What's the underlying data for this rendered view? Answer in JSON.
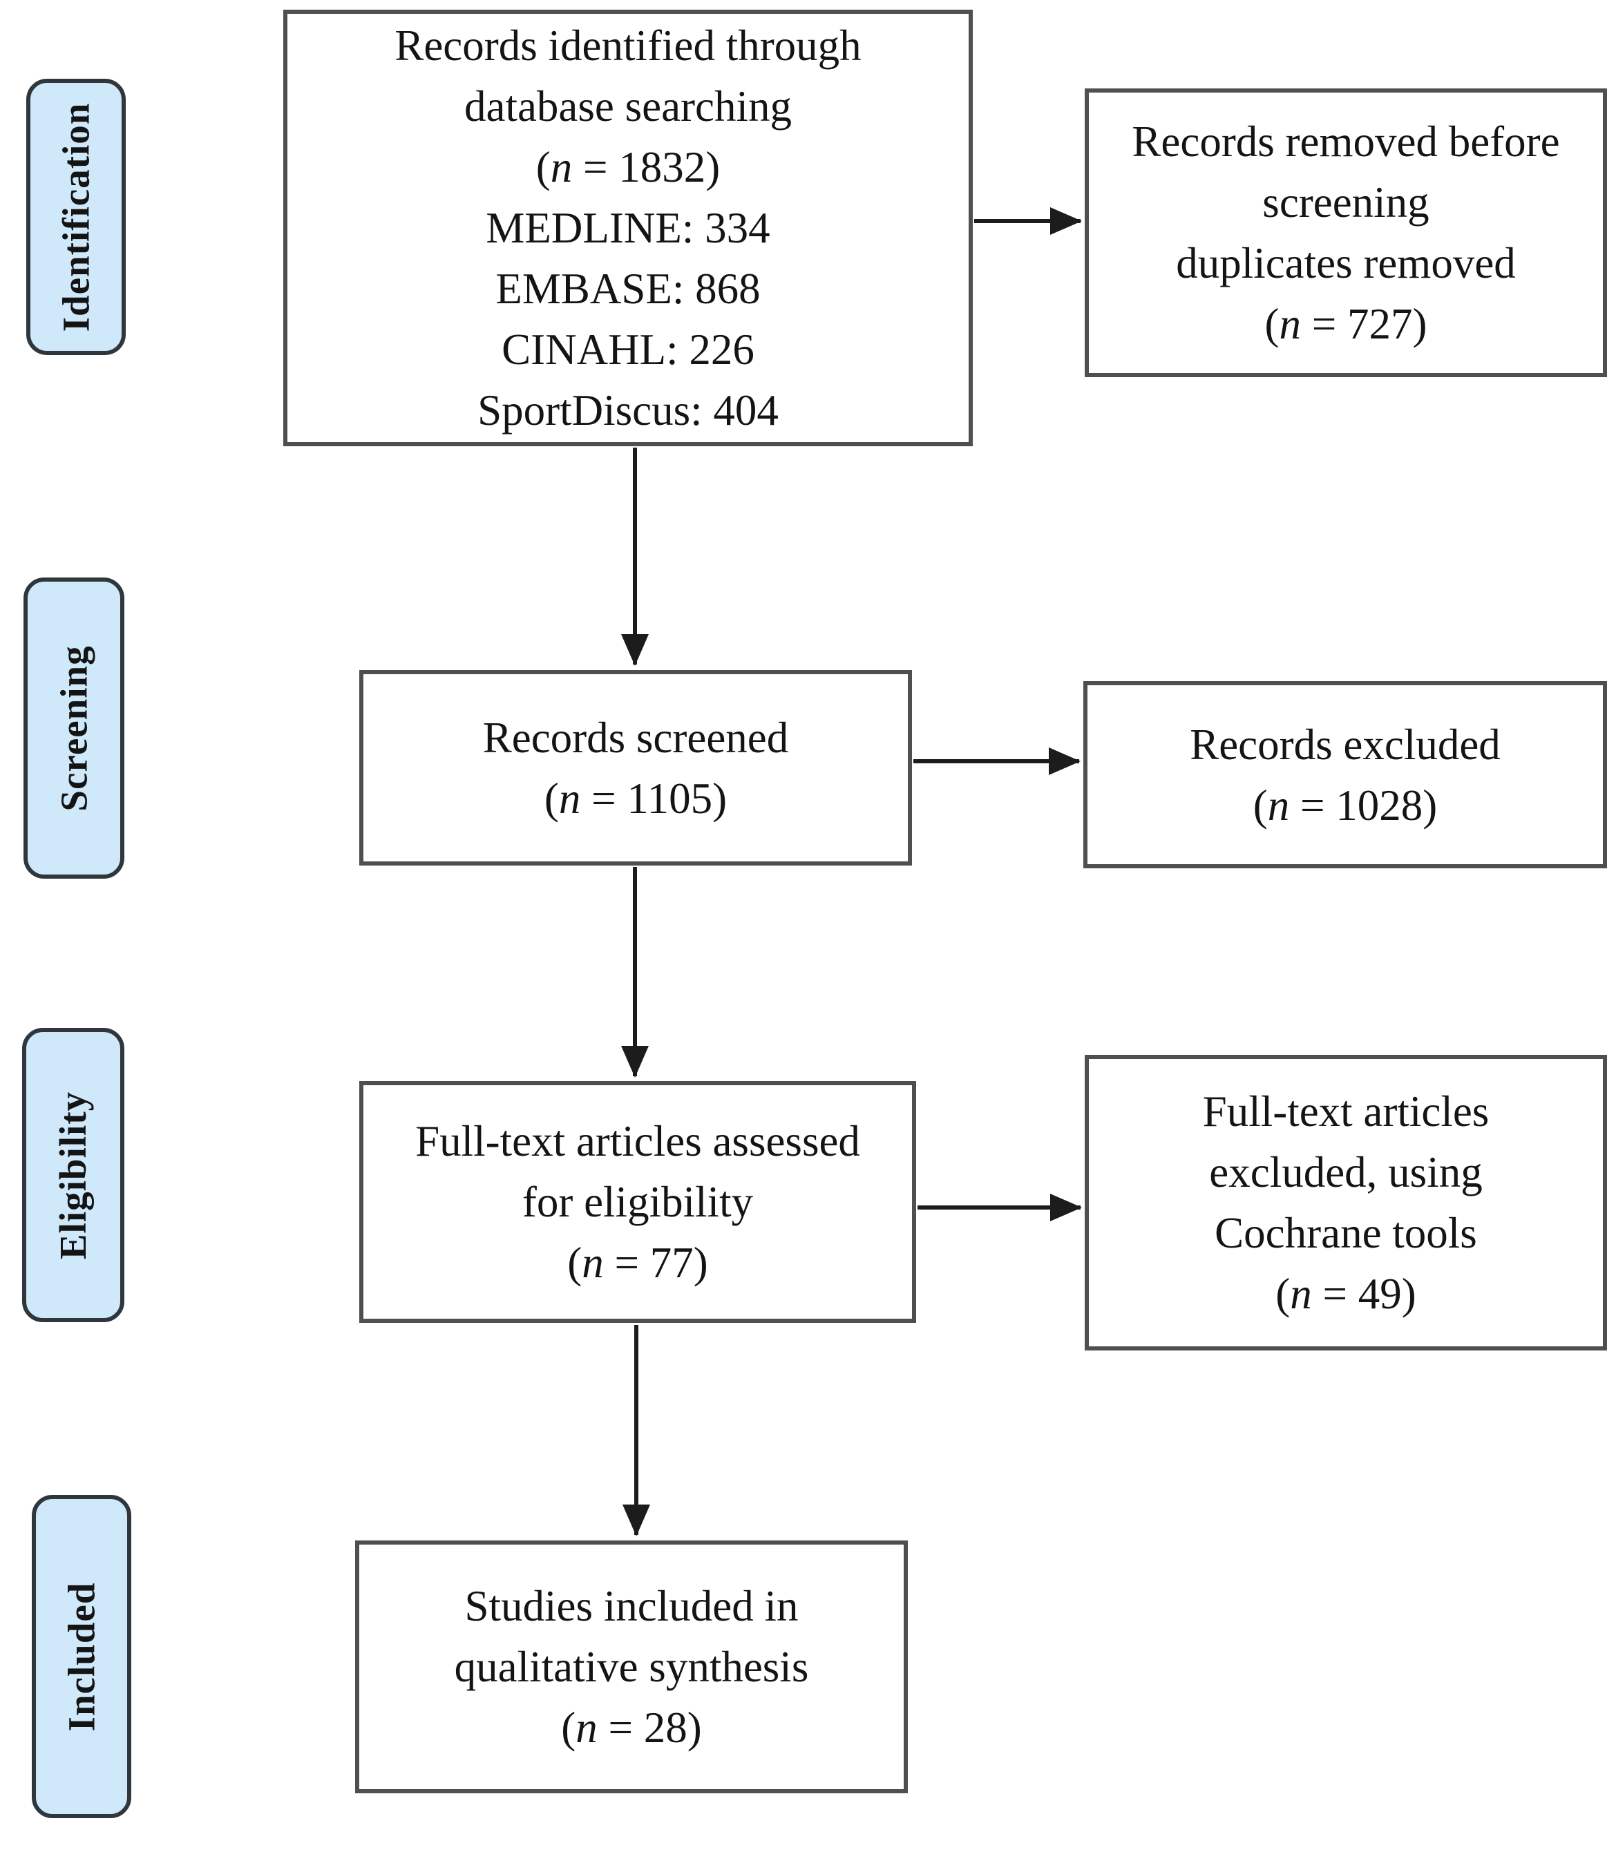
{
  "diagram": {
    "stages": [
      {
        "id": "identification",
        "label": "Identification"
      },
      {
        "id": "screening",
        "label": "Screening"
      },
      {
        "id": "eligibility",
        "label": "Eligibility"
      },
      {
        "id": "included",
        "label": "Included"
      }
    ],
    "boxes": [
      {
        "id": "records-identified",
        "stage": "identification",
        "lines": [
          "Records identified through",
          "database searching",
          "(n = 1832)",
          "MEDLINE: 334",
          "EMBASE: 868",
          "CINAHL: 226",
          "SportDiscus: 404"
        ]
      },
      {
        "id": "records-removed",
        "stage": "identification",
        "lines": [
          "Records removed before",
          "screening",
          "duplicates removed",
          "(n = 727)"
        ]
      },
      {
        "id": "records-screened",
        "stage": "screening",
        "lines": [
          "Records screened",
          "(n = 1105)"
        ]
      },
      {
        "id": "records-excluded",
        "stage": "screening",
        "lines": [
          "Records excluded",
          "(n = 1028)"
        ]
      },
      {
        "id": "fulltext-assessed",
        "stage": "eligibility",
        "lines": [
          "Full-text articles assessed",
          "for eligibility",
          "(n = 77)"
        ]
      },
      {
        "id": "fulltext-excluded",
        "stage": "eligibility",
        "lines": [
          "Full-text articles",
          "excluded, using",
          "Cochrane tools",
          "(n = 49)"
        ]
      },
      {
        "id": "studies-included",
        "stage": "included",
        "lines": [
          "Studies included in",
          "qualitative synthesis",
          "(n = 28)"
        ]
      }
    ],
    "counts": {
      "identified_total": 1832,
      "medline": 334,
      "embase": 868,
      "cinahl": 226,
      "sportdiscus": 404,
      "removed_before_screening": 727,
      "screened": 1105,
      "excluded_screening": 1028,
      "fulltext_assessed": 77,
      "fulltext_excluded": 49,
      "included_qualitative": 28
    },
    "connections": [
      {
        "from": "records-identified",
        "to": "records-removed",
        "direction": "right"
      },
      {
        "from": "records-identified",
        "to": "records-screened",
        "direction": "down"
      },
      {
        "from": "records-screened",
        "to": "records-excluded",
        "direction": "right"
      },
      {
        "from": "records-screened",
        "to": "fulltext-assessed",
        "direction": "down"
      },
      {
        "from": "fulltext-assessed",
        "to": "fulltext-excluded",
        "direction": "right"
      },
      {
        "from": "fulltext-assessed",
        "to": "studies-included",
        "direction": "down"
      }
    ],
    "colors": {
      "stage_fill": "#cfe8fa",
      "stage_border": "#2f363c",
      "box_border": "#4f4f4f",
      "arrow": "#1c1c1c",
      "text": "#141414",
      "bg": "#ffffff"
    }
  }
}
